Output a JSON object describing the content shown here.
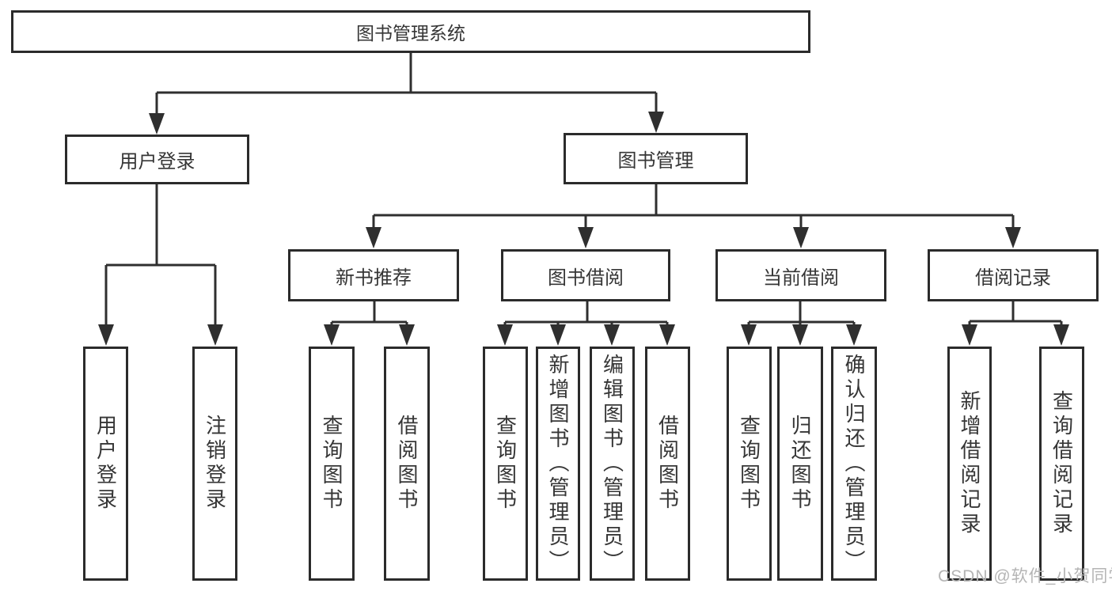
{
  "diagram_title": "图书管理系统",
  "nodes": {
    "root": "图书管理系统",
    "user_login": "用户登录",
    "book_management": "图书管理",
    "new_book_recommend": "新书推荐",
    "book_borrow": "图书借阅",
    "current_borrow": "当前借阅",
    "borrow_records": "借阅记录",
    "leaf_user_login": "用户登录",
    "leaf_logout": "注销登录",
    "leaf_query_book_1": "查询图书",
    "leaf_borrow_book_1": "借阅图书",
    "leaf_query_book_2": "查询图书",
    "leaf_add_book": "新增图书（管理员）",
    "leaf_edit_book": "编辑图书（管理员）",
    "leaf_borrow_book_2": "借阅图书",
    "leaf_query_book_3": "查询图书",
    "leaf_return_book": "归还图书",
    "leaf_confirm_return": "确认归还（管理员）",
    "leaf_add_record": "新增借阅记录",
    "leaf_query_record": "查询借阅记录"
  },
  "watermark": {
    "text": "CSDN @软件_小贺同学"
  },
  "colors": {
    "background": "#ffffff",
    "border": "#2b2b2b",
    "line": "#2f2f2f",
    "text": "#363636",
    "watermark": "#b5b5b5"
  }
}
